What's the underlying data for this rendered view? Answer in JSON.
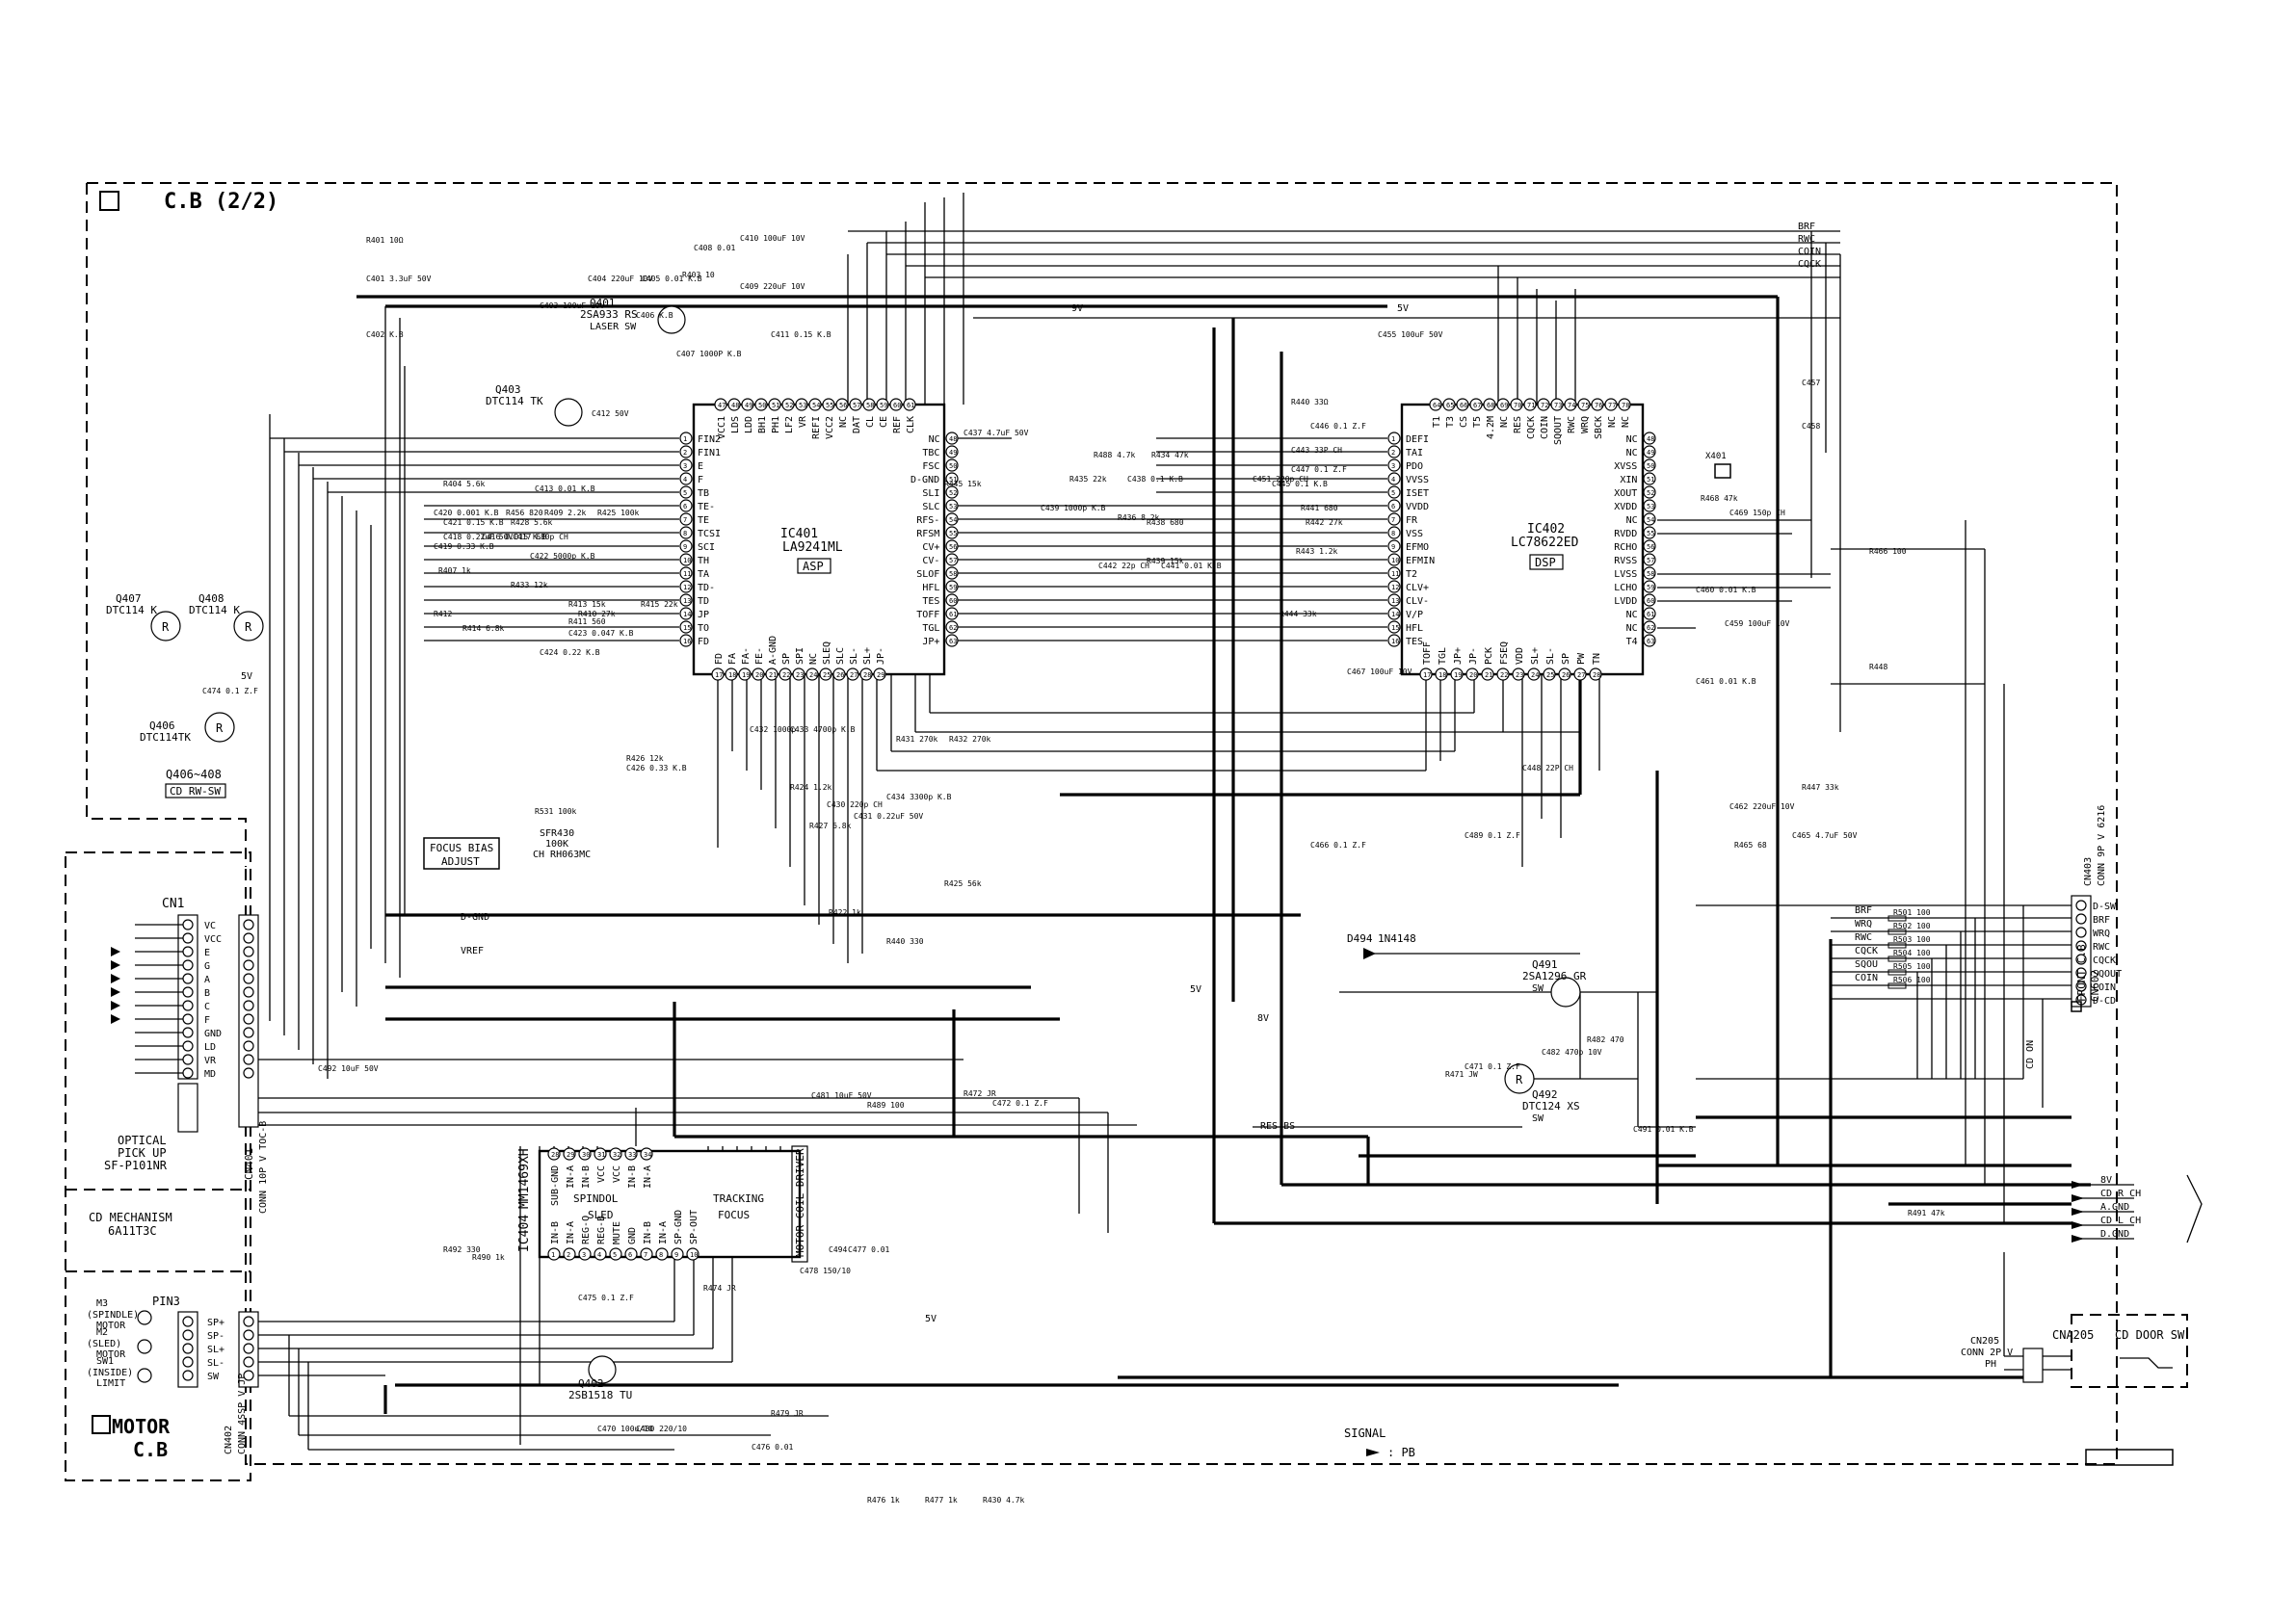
{
  "board_title": "C.B (2/2)",
  "motor_board": {
    "line1": "MOTOR",
    "line2": "C.B"
  },
  "ic401": {
    "ref": "IC401",
    "part": "LA9241ML",
    "tag": "ASP",
    "left_pins": [
      "FIN2",
      "FIN1",
      "E",
      "F",
      "TB",
      "TE-",
      "TE",
      "TCSI",
      "SCI",
      "TH",
      "TA",
      "TD-",
      "TD",
      "JP",
      "TO",
      "FD"
    ],
    "right_pins": [
      "NC",
      "TBC",
      "FSC",
      "D-GND",
      "SLI",
      "SLC",
      "RFS-",
      "RFSM",
      "CV+",
      "CV-",
      "SLOF",
      "HFL",
      "TES",
      "TOFF",
      "TGL",
      "JP+"
    ],
    "top_pins": [
      "VCC1",
      "LDS",
      "LDD",
      "BH1",
      "PH1",
      "LF2",
      "VR",
      "REFI",
      "VCC2",
      "NC",
      "DAT",
      "CL",
      "CE",
      "REF",
      "CLK"
    ],
    "bottom_pins": [
      "FD",
      "FA",
      "FA-",
      "FE-",
      "A-GND",
      "SP",
      "SPI",
      "NC",
      "SLEQ",
      "SLC",
      "SL-",
      "SL+",
      "JP-"
    ]
  },
  "ic402": {
    "ref": "IC402",
    "part": "LC78622ED",
    "tag": "DSP",
    "left_pins": [
      "DEFI",
      "TAI",
      "PDO",
      "VVSS",
      "ISET",
      "VVDD",
      "FR",
      "VSS",
      "EFMO",
      "EFMIN",
      "T2",
      "CLV+",
      "CLV-",
      "V/P",
      "HFL",
      "TES"
    ],
    "right_pins": [
      "NC",
      "NC",
      "XVSS",
      "XIN",
      "XOUT",
      "XVDD",
      "NC",
      "RVDD",
      "RCHO",
      "RVSS",
      "LVSS",
      "LCHO",
      "LVDD",
      "NC",
      "NC",
      "T4"
    ],
    "top_pins": [
      "T1",
      "T3",
      "CS",
      "T5",
      "4.2M",
      "NC",
      "RES",
      "CQCK",
      "COIN",
      "SQOUT",
      "RWC",
      "WRQ",
      "SBCK",
      "NC",
      "NC"
    ],
    "bottom_pins": [
      "TOFF",
      "TGL",
      "JP+",
      "JP-",
      "PCK",
      "FSEQ",
      "VDD",
      "SL+",
      "SL-",
      "SP",
      "PW",
      "TN"
    ]
  },
  "ic404": {
    "ref": "IC404",
    "part": "MM1469XH",
    "tag": "MOTOR COIL DRIVER",
    "top_pins": [
      "SUB-GND",
      "IN-A",
      "IN-B",
      "VCC",
      "VCC",
      "IN-B",
      "IN-A"
    ],
    "bottom_pins": [
      "IN-B",
      "IN-A",
      "REG-O",
      "REG-B",
      "MUTE",
      "GND",
      "IN-B",
      "IN-A",
      "SP-GND",
      "SP-OUT"
    ],
    "blocks": {
      "spindle": "SPINDOL",
      "tracking": "TRACKING",
      "sled": "SLED",
      "focus": "FOCUS"
    }
  },
  "transistors": [
    {
      "ref": "Q401",
      "part": "2SA933 RS",
      "note": "LASER SW"
    },
    {
      "ref": "Q403",
      "part": "DTC114 TK"
    },
    {
      "ref": "Q407",
      "part": "DTC114 K"
    },
    {
      "ref": "Q408",
      "part": "DTC114 K"
    },
    {
      "ref": "Q406",
      "part": "DTC114TK"
    },
    {
      "ref": "Q491",
      "part": "2SA1296 GR",
      "note": "SW"
    },
    {
      "ref": "Q492",
      "part": "DTC124 XS",
      "note": "SW"
    },
    {
      "ref": "Q402",
      "part": "2SB1518 TU"
    }
  ],
  "switch_group": {
    "label": "Q406~408",
    "note": "CD RW-SW"
  },
  "cn1": {
    "ref": "CN1",
    "pins": [
      "VC",
      "VCC",
      "E",
      "G",
      "A",
      "B",
      "C",
      "F",
      "GND",
      "LD",
      "VR",
      "MD"
    ]
  },
  "cn401": {
    "ref": "CN401",
    "note": "CONN 10P V TOC-B"
  },
  "optical": {
    "line1": "OPTICAL",
    "line2": "PICK UP",
    "line3": "SF-P101NR"
  },
  "mechanism": {
    "line1": "CD MECHANISM",
    "line2": "6A11T3C"
  },
  "pin3": {
    "ref": "PIN3",
    "pins": [
      "SP+",
      "SP-",
      "SL+",
      "SL-",
      "SW"
    ]
  },
  "motors": [
    {
      "ref": "M3",
      "name": "(SPINDLE)",
      "type": "MOTOR"
    },
    {
      "ref": "M2",
      "name": "(SLED)",
      "type": "MOTOR"
    },
    {
      "ref": "SW1",
      "name": "(INSIDE)",
      "type": "LIMIT"
    }
  ],
  "cn402": {
    "ref": "CN402",
    "note": "CONN 4SSP V JP"
  },
  "cn403": {
    "ref": "CN403",
    "note": "CONN 9P V 6216",
    "pins": [
      "D-SW",
      "BRF",
      "WRQ",
      "RWC",
      "CQCK",
      "SQOUT",
      "COIN",
      "D-CD"
    ],
    "dest": "FRONT C.B",
    "dest_ref": "CN602"
  },
  "bus_resistors": [
    "R501 100",
    "R502 100",
    "R503 100",
    "R504 100",
    "R505 100",
    "R506 100"
  ],
  "bus_labels": [
    "BRF",
    "WRQ",
    "RWC",
    "CQCK",
    "SQOU",
    "COIN"
  ],
  "audio_out": {
    "labels": [
      "8V",
      "CD R CH",
      "A.GND",
      "CD L CH",
      "D.GND"
    ]
  },
  "cna205": {
    "ref": "CNA205",
    "note": "CD DOOR SW",
    "cn": "CN205",
    "conn": "CONN 2P V",
    "part": "PH"
  },
  "signal_legend": {
    "title": "SIGNAL",
    "pb": ": PB"
  },
  "focus_bias": {
    "line1": "FOCUS BIAS",
    "line2": "ADJUST",
    "part": "SFR430",
    "value": "100K",
    "type": "CH RH063MC"
  },
  "diode": {
    "ref": "D494",
    "part": "1N4148"
  },
  "rails": {
    "v9": "9V",
    "v5": "5V",
    "v8": "8V",
    "vref": "VREF",
    "dgnd": "D-GND",
    "res_bs": "RES BS",
    "cd_on": "CD ON"
  },
  "top_signals": [
    "BRF",
    "RWC",
    "COIN",
    "CQCK"
  ],
  "crystal": {
    "ref": "X401"
  },
  "components": [
    "R401 10Ω",
    "C401 3.3uF 50V",
    "C402 K.B",
    "C403 100uF 10V",
    "C404 220uF 10V",
    "C405 0.01 K.B",
    "R403 10",
    "C406 K.B",
    "C407 1000P K.B",
    "C408 0.01",
    "C409 220uF 10V",
    "C410 100uF 10V",
    "C411 0.15 K.B",
    "C412 50V",
    "C413 0.01 K.B",
    "R456 820",
    "C417 680p CH",
    "R425 100k",
    "R409 2.2k",
    "C420 0.001 K.B",
    "C421 0.15 K.B",
    "C422 5000p K.B",
    "R404 5.6k",
    "R428 5.6k",
    "C418 0.22uF 50V",
    "C419 0.33 K.B",
    "C416 0.015 K.B",
    "R407 1k",
    "R433 12k",
    "R410 27k",
    "R412",
    "R414 6.8k",
    "R411 560",
    "C423 0.047 K.B",
    "R413 15k",
    "C424 0.22 K.B",
    "R415 22k",
    "R426 12k",
    "C426 0.33 K.B",
    "R531 100k",
    "C432 1000p",
    "C433 4700p K.B",
    "R424 1.2k",
    "R427 6.8k",
    "C430 220p CH",
    "C431 0.22uF 50V",
    "C434 3300p K.B",
    "R431 270k",
    "R432 270k",
    "R425 56k",
    "R422 1k",
    "R440 330",
    "R445 15k",
    "C437 4.7uF 50V",
    "R488 4.7k",
    "R434 47k",
    "R435 22k",
    "C438 0.1 K.B",
    "C439 1000p K.B",
    "R436 8.2k",
    "R438 680",
    "C442 22p CH",
    "R439 15k",
    "C441 0.01 K.B",
    "R440 33Ω",
    "C443 33P CH",
    "C445 0.1 K.B",
    "C446 0.1 Z.F",
    "C447 0.1 Z.F",
    "R441 680",
    "R442 27k",
    "R443 1.2k",
    "C451 220p CH",
    "R444 33k",
    "C455 100uF 50V",
    "C448 22P CH",
    "C489 0.1 Z.F",
    "C466 0.1 Z.F",
    "C467 100uF 10V",
    "R468 47k",
    "C469 150p CH",
    "C457",
    "C458",
    "C460 0.01 K.B",
    "C459 100uF 10V",
    "C461 0.01 K.B",
    "C462 220uF 10V",
    "R465 68",
    "C465 4.7uF 50V",
    "R447 33k",
    "R466 100",
    "R448",
    "C492 10uF 50V",
    "C481 10uF 50V",
    "R489 100",
    "R472 JR",
    "C472 0.1 Z.F",
    "R471 JW",
    "C471 0.1 Z.F",
    "R482 470",
    "C482 470p 10V",
    "C491 0.01 K.B",
    "R491 47k",
    "R492 330",
    "R490 1k",
    "C494",
    "C477 0.01",
    "C478 150/10",
    "C470 100u/10",
    "C480 220/10",
    "C476 0.01",
    "R479 JR",
    "C475 0.1 Z.F",
    "R474 JR",
    "C474 0.1 Z.F",
    "R476 1k",
    "R477 1k",
    "R430 4.7k"
  ]
}
